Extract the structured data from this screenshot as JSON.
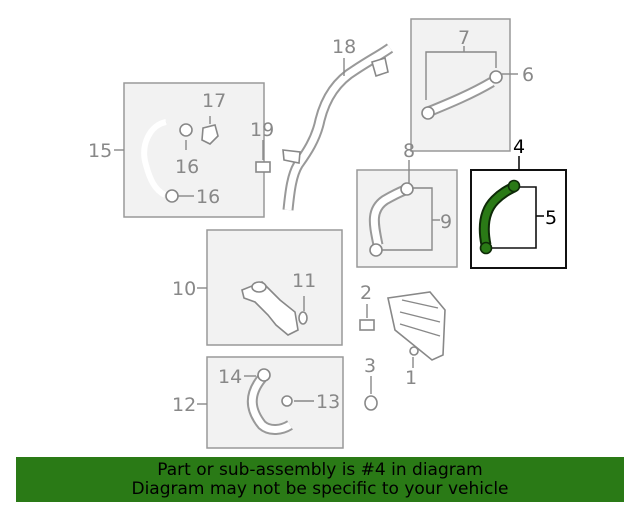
{
  "callouts": {
    "c1": "1",
    "c2": "2",
    "c3": "3",
    "c4": "4",
    "c5": "5",
    "c6": "6",
    "c7": "7",
    "c8": "8",
    "c9": "9",
    "c10": "10",
    "c11": "11",
    "c12": "12",
    "c13": "13",
    "c14": "14",
    "c15": "15",
    "c16a": "16",
    "c16b": "16",
    "c17": "17",
    "c18": "18",
    "c19": "19"
  },
  "highlight_color": "#2a7a16",
  "banner": {
    "line1": "Part or sub-assembly is #4 in diagram",
    "line2": "Diagram may not be specific to your vehicle"
  }
}
